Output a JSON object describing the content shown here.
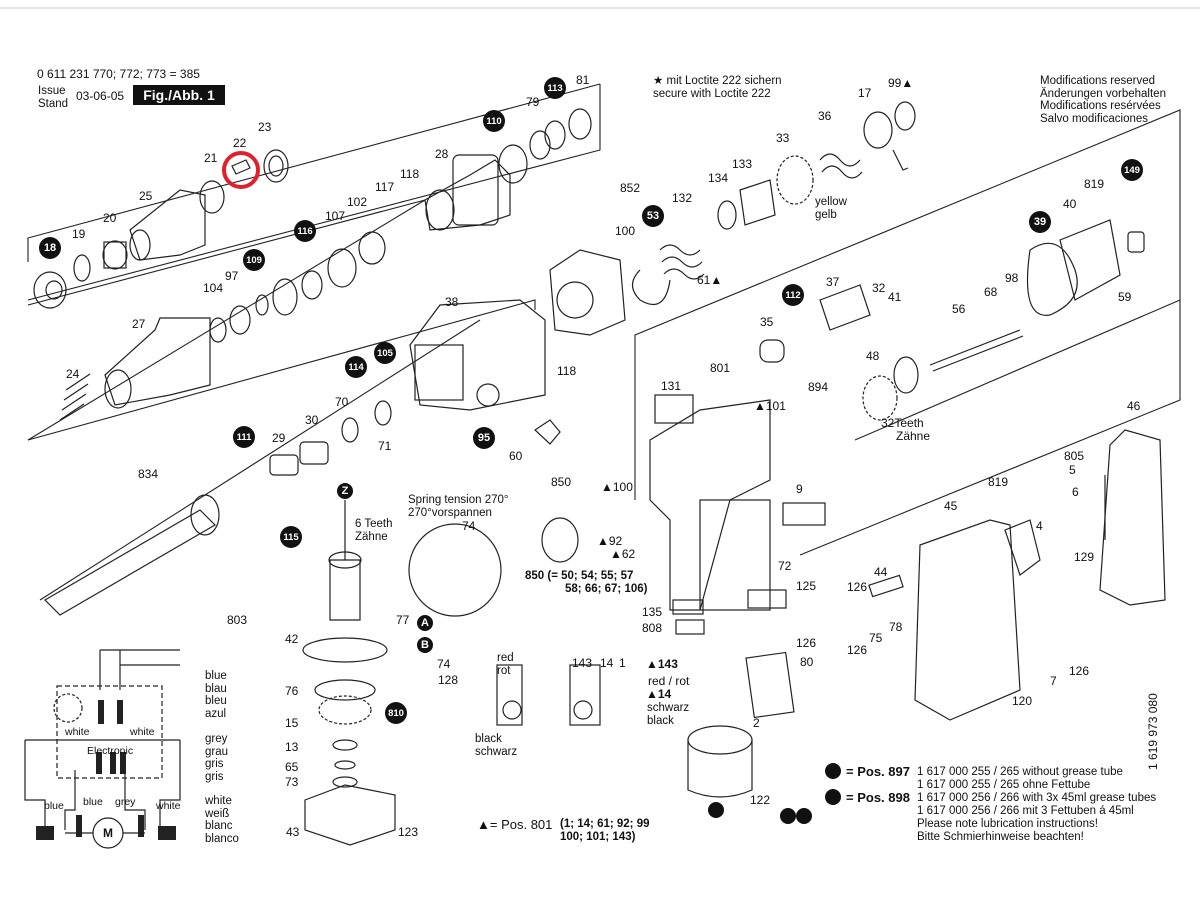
{
  "header": {
    "part_number": "0 611 231 770; 772; 773 = 385",
    "issue_label": [
      "Issue",
      "Stand"
    ],
    "issue_date": "03-06-05",
    "figure_label": "Fig./Abb. 1"
  },
  "loctite_note": [
    "★ mit Loctite 222 sichern",
    "secure with Loctite 222"
  ],
  "modifications_note": [
    "Modifications reserved",
    "Änderungen vorbehalten",
    "Modifications resérvées",
    "Salvo modificaciones"
  ],
  "side_code": "1 619 973 080",
  "circled_labels": [
    "18",
    "109",
    "116",
    "110",
    "113",
    "53",
    "112",
    "39",
    "149",
    "105",
    "114",
    "95",
    "111",
    "115",
    "810",
    "Z",
    "A",
    "B"
  ],
  "part_labels": [
    "81",
    "79",
    "23",
    "22",
    "21",
    "25",
    "20",
    "19",
    "28",
    "118",
    "117",
    "102",
    "107",
    "104",
    "97",
    "27",
    "24",
    "17",
    "99▲",
    "36",
    "33",
    "133",
    "134",
    "852",
    "132",
    "100",
    "61▲",
    "40",
    "819",
    "59",
    "37",
    "32",
    "41",
    "35",
    "56",
    "68",
    "98",
    "38",
    "118",
    "131",
    "801",
    "▲101",
    "894",
    "48",
    "32Teeth",
    "Zähne",
    "46",
    "805",
    "5",
    "6",
    "834",
    "29",
    "30",
    "70",
    "71",
    "60",
    "850",
    "▲100",
    "▲92",
    "▲62",
    "9",
    "72",
    "125",
    "135",
    "808",
    "126",
    "80",
    "45",
    "819",
    "4",
    "129",
    "44",
    "126",
    "75",
    "78",
    "126",
    "7",
    "120",
    "126",
    "42",
    "76",
    "15",
    "13",
    "65",
    "73",
    "43",
    "123",
    "77",
    "74",
    "128",
    "803",
    "143",
    "14",
    "1",
    "2",
    "122"
  ],
  "annotations": {
    "yellow": [
      "yellow",
      "gelb"
    ],
    "teeth_6": [
      "6 Teeth",
      "Zähne"
    ],
    "spring_tension": [
      "Spring tension 270°",
      "270°vorspannen"
    ],
    "label_74": "74",
    "pos_850": [
      "850 (= 50; 54; 55; 57",
      "58; 66; 67; 106)"
    ],
    "red_rot_1": [
      "red",
      "rot"
    ],
    "red_rot_2": "red / rot",
    "black_schwarz_1": [
      "black",
      "schwarz"
    ],
    "black_schwarz_2": [
      "schwarz",
      "black"
    ],
    "arrow_143": "▲143",
    "arrow_14": "▲14"
  },
  "wiring": {
    "colors_right": [
      "blue",
      "blau",
      "bleu",
      "azul",
      "grey",
      "grau",
      "gris",
      "gris",
      "white",
      "weiß",
      "blanc",
      "blanco"
    ],
    "white_left": "white",
    "white_right": "white",
    "electronic": "Electronic",
    "blue": "blue",
    "blue2": "blue",
    "grey": "grey",
    "white3": "white",
    "motor": "M"
  },
  "bottom_notes": {
    "pos801": "▲= Pos. 801",
    "pos801_list": [
      "(1; 14; 61; 92; 99",
      "100; 101; 143)"
    ],
    "pos897_label": "= Pos. 897",
    "pos897_text": [
      "1 617 000 255 / 265 without grease tube",
      "1 617 000 255 / 265 ohne Fettube"
    ],
    "pos898_label": "= Pos. 898",
    "pos898_text": [
      "1 617 000 256 / 266 with 3x 45ml grease tubes",
      "1 617 000 256 / 266 mit 3 Fettuben á 45ml"
    ],
    "lubrication": [
      "Please note lubrication instructions!",
      "Bitte Schmierhinweise beachten!"
    ]
  },
  "colors": {
    "ink": "#111111",
    "highlight": "#e0202c"
  }
}
